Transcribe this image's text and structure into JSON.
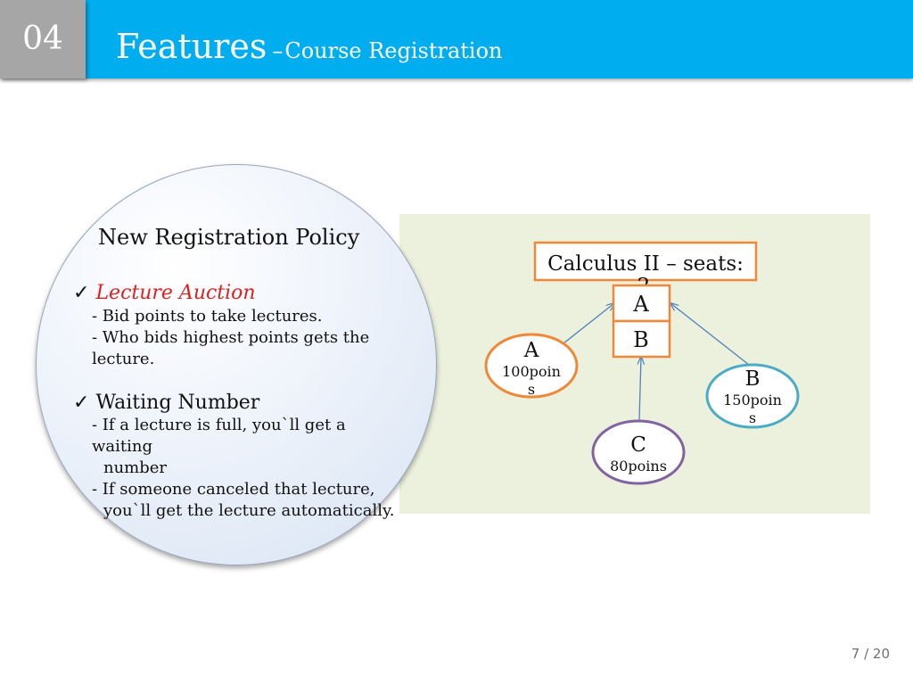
{
  "header": {
    "section_number": "04",
    "title": "Features",
    "separator": "–",
    "subtitle": "Course Registration"
  },
  "policy": {
    "title": "New Registration Policy",
    "check_mark": "✓",
    "auction_label": "Lecture Auction",
    "auction_points": [
      "- Bid points to take lectures.",
      "- Who bids highest points gets the",
      "lecture."
    ],
    "waiting_label": "Waiting Number",
    "waiting_points": [
      "- If a lecture is full, you`ll get a",
      "waiting",
      "number",
      "- If someone canceled that lecture,",
      "you`ll get the lecture automatically."
    ]
  },
  "diagram": {
    "course_label": "Calculus II – seats:",
    "course_label_overflow": "2",
    "seats": [
      "A",
      "B"
    ],
    "bidders": [
      {
        "name": "A",
        "points_lines": [
          "100poin",
          "s"
        ],
        "color": "#f0883a"
      },
      {
        "name": "B",
        "points_lines": [
          "150poin",
          "s"
        ],
        "color": "#4bacc6"
      },
      {
        "name": "C",
        "points_lines": [
          "80poins"
        ],
        "color": "#8064a2"
      }
    ],
    "box_color": "#f0883a",
    "arrow_color": "#4f81bd"
  },
  "page": {
    "indicator": "7 / 20"
  }
}
